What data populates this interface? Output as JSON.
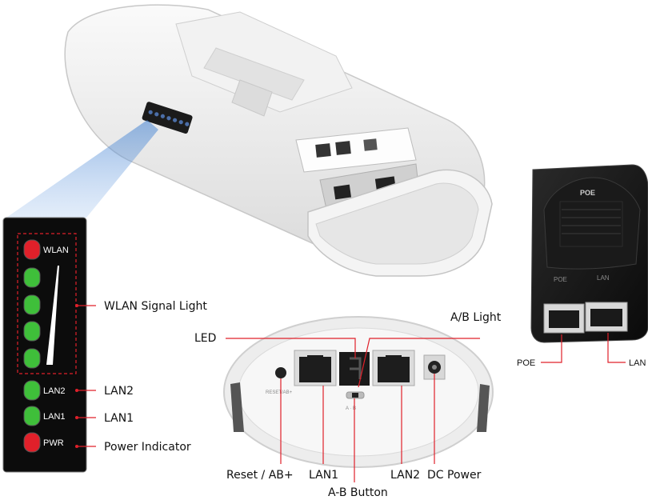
{
  "led_panel": {
    "items": [
      {
        "label": "WLAN",
        "color": "#e0202a"
      },
      {
        "label": "",
        "color": "#3fbf3a"
      },
      {
        "label": "",
        "color": "#3fbf3a"
      },
      {
        "label": "",
        "color": "#3fbf3a"
      },
      {
        "label": "",
        "color": "#3fbf3a"
      },
      {
        "label": "LAN2",
        "color": "#3fbf3a"
      },
      {
        "label": "LAN1",
        "color": "#3fbf3a"
      },
      {
        "label": "PWR",
        "color": "#e0202a"
      }
    ]
  },
  "callouts": {
    "wlan_signal": "WLAN Signal Light",
    "lan2": "LAN2",
    "lan1": "LAN1",
    "power": "Power Indicator",
    "led": "LED",
    "ab_light": "A/B Light",
    "reset": "Reset / AB+",
    "port_lan1": "LAN1",
    "port_lan2": "LAN2",
    "dc_power": "DC Power",
    "ab_button": "A-B Button"
  },
  "poe": {
    "title": "POE",
    "port_poe": "POE",
    "port_lan": "LAN",
    "label_poe": "POE",
    "label_lan": "LAN"
  },
  "colors": {
    "leader": "#e0202a",
    "panel_bg": "#0c0c0c",
    "device_body": "#ececec"
  }
}
